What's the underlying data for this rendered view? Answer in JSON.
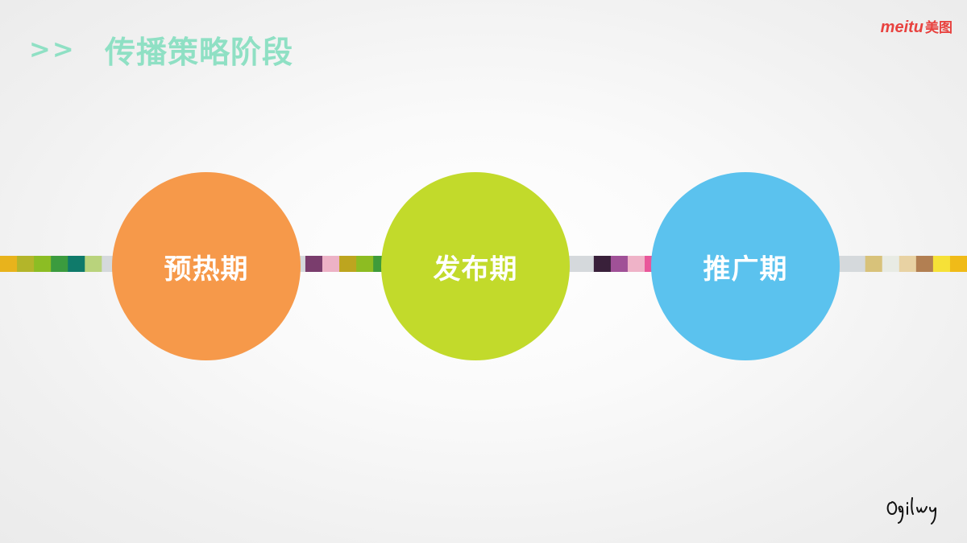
{
  "header": {
    "title_prefix": ">>",
    "title": "传播策略阶段",
    "title_color": "#8fe0c4"
  },
  "brand": {
    "latin": "meitu",
    "chinese": "美图",
    "color": "#e8423f"
  },
  "signature": {
    "text": "Ogilvy"
  },
  "stages": [
    {
      "label": "预热期",
      "color": "#f6994a"
    },
    {
      "label": "发布期",
      "color": "#c2da2b"
    },
    {
      "label": "推广期",
      "color": "#5bc2ee"
    }
  ],
  "color_strip": [
    "#e8b31c",
    "#b3b52a",
    "#8cbd24",
    "#3b9b3e",
    "#0f7a6a",
    "#b9d37c",
    "#d5d9dc",
    "#d5d9dc",
    "#d5d9dc",
    "#d5d9dc",
    "#d5d9dc",
    "#d5d9dc",
    "#d5d9dc",
    "#d5d9dc",
    "#d5d9dc",
    "#d5d9dc",
    "#d5d9dc",
    "#d5d9dc",
    "#7a3d6d",
    "#edb2c6",
    "#bda51f",
    "#8dbc22",
    "#3f9b3a",
    "#d5d9dc",
    "#d5d9dc",
    "#d5d9dc",
    "#d5d9dc",
    "#d5d9dc",
    "#d5d9dc",
    "#d5d9dc",
    "#d5d9dc",
    "#d5d9dc",
    "#d5d9dc",
    "#d5d9dc",
    "#d5d9dc",
    "#39203a",
    "#a05197",
    "#efb3c8",
    "#e9579a",
    "#d5d9dc",
    "#d5d9dc",
    "#d5d9dc",
    "#d5d9dc",
    "#d5d9dc",
    "#d5d9dc",
    "#d5d9dc",
    "#d5d9dc",
    "#d5d9dc",
    "#d5d9dc",
    "#d5d9dc",
    "#d5d9dc",
    "#d8c27a",
    "#e8ebe4",
    "#e8d2a3",
    "#b27f52",
    "#f6e137",
    "#f0bb18"
  ]
}
